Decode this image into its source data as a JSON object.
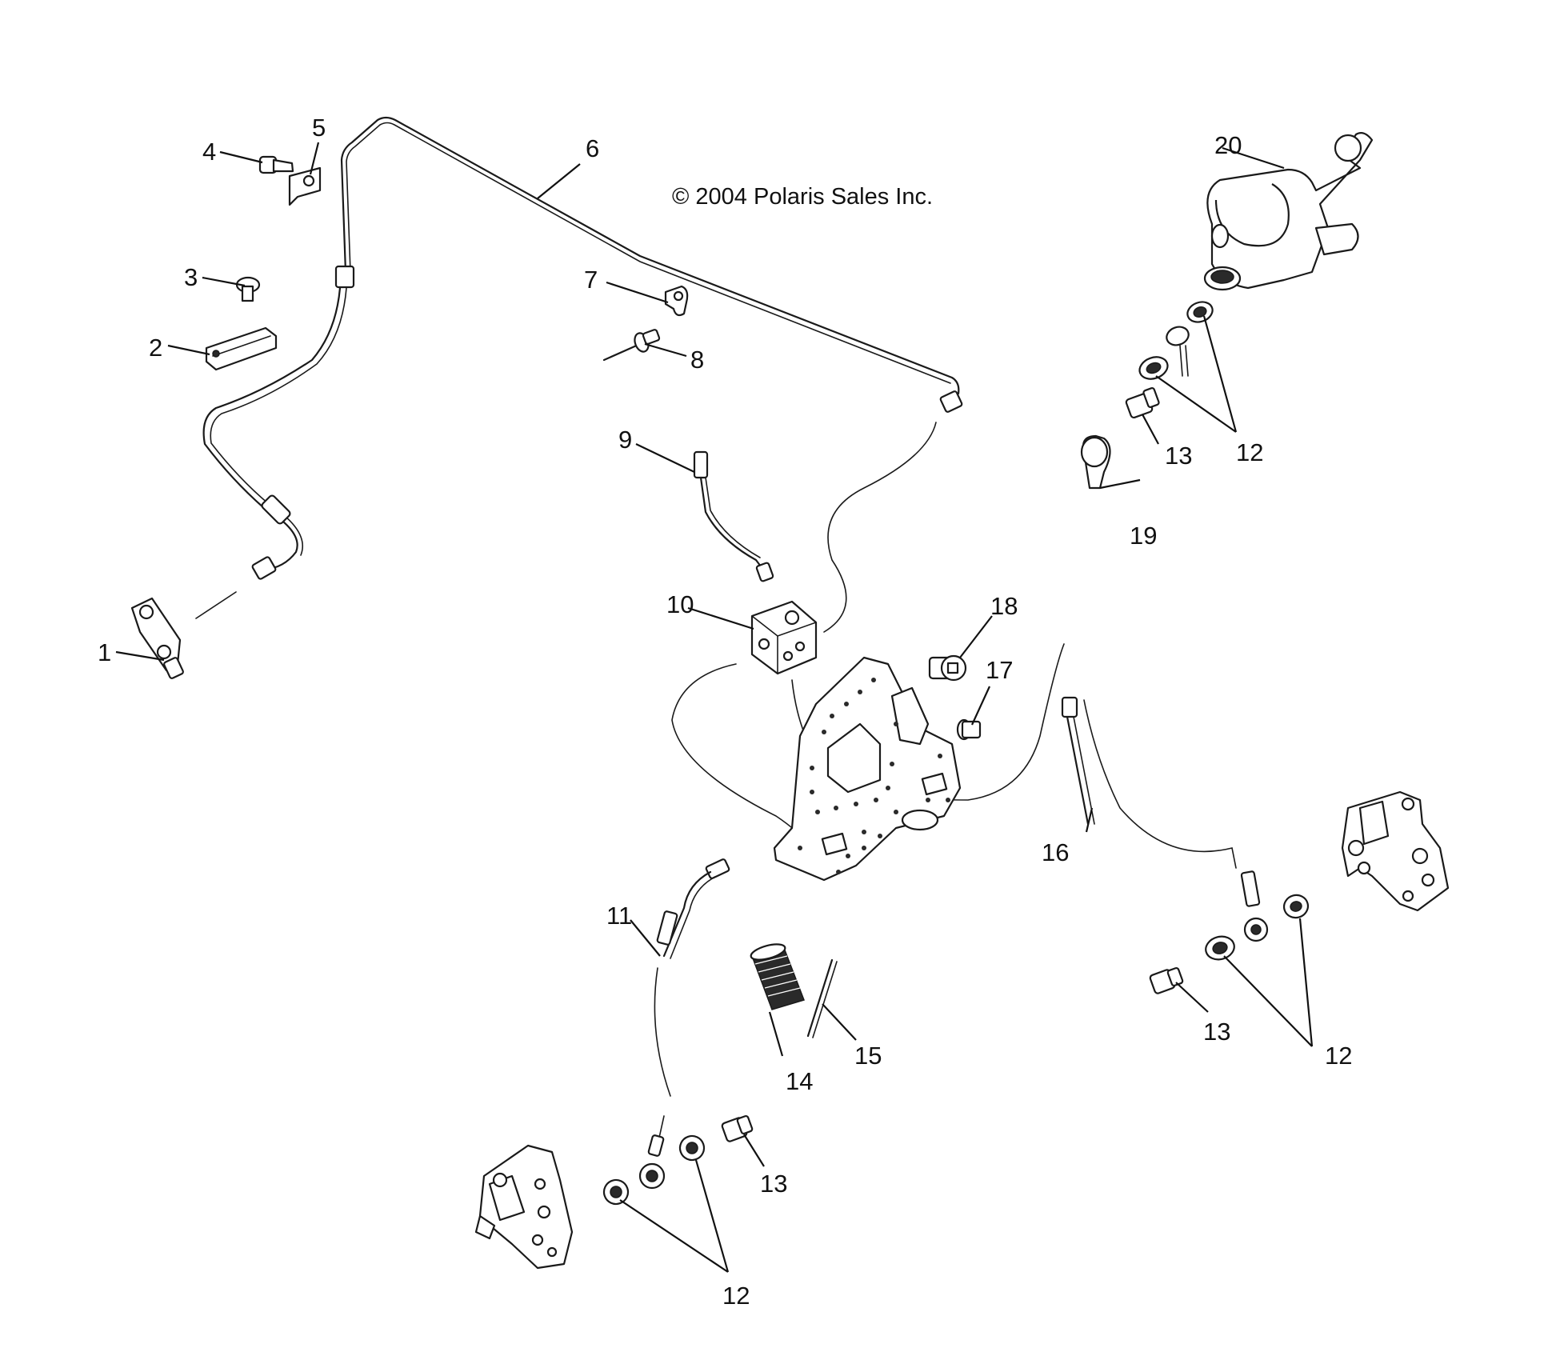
{
  "diagram": {
    "copyright": "© 2004 Polaris Sales Inc.",
    "callouts": [
      {
        "id": "c1",
        "text": "1"
      },
      {
        "id": "c2",
        "text": "2"
      },
      {
        "id": "c3",
        "text": "3"
      },
      {
        "id": "c4",
        "text": "4"
      },
      {
        "id": "c5",
        "text": "5"
      },
      {
        "id": "c6",
        "text": "6"
      },
      {
        "id": "c7",
        "text": "7"
      },
      {
        "id": "c8",
        "text": "8"
      },
      {
        "id": "c9",
        "text": "9"
      },
      {
        "id": "c10",
        "text": "10"
      },
      {
        "id": "c11",
        "text": "11"
      },
      {
        "id": "c12a",
        "text": "12"
      },
      {
        "id": "c12b",
        "text": "12"
      },
      {
        "id": "c12c",
        "text": "12"
      },
      {
        "id": "c13a",
        "text": "13"
      },
      {
        "id": "c13b",
        "text": "13"
      },
      {
        "id": "c13c",
        "text": "13"
      },
      {
        "id": "c14",
        "text": "14"
      },
      {
        "id": "c15",
        "text": "15"
      },
      {
        "id": "c16",
        "text": "16"
      },
      {
        "id": "c17",
        "text": "17"
      },
      {
        "id": "c18",
        "text": "18"
      },
      {
        "id": "c19",
        "text": "19"
      },
      {
        "id": "c20",
        "text": "20"
      }
    ]
  }
}
